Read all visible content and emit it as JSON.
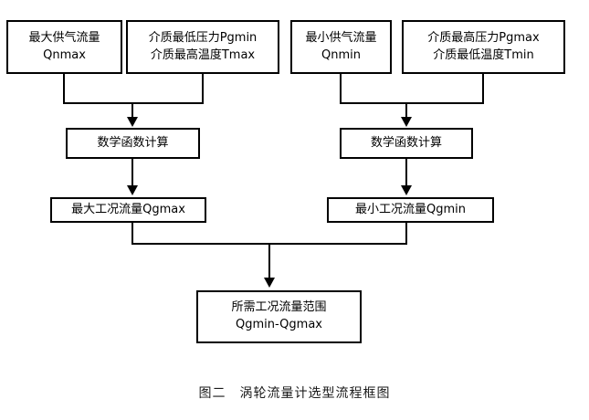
{
  "figure": {
    "caption": "图二　涡轮流量计选型流程框图",
    "colors": {
      "stroke": "#000000",
      "background": "#ffffff",
      "text": "#000000"
    }
  },
  "nodes": {
    "qnmax": {
      "line1": "最大供气流量",
      "line2": "Qnmax"
    },
    "pgmin": {
      "line1": "介质最低压力Pgmin",
      "line2": "介质最高温度Tmax"
    },
    "qnmin": {
      "line1": "最小供气流量",
      "line2": "Qnmin"
    },
    "pgmax": {
      "line1": "介质最高压力Pgmax",
      "line2": "介质最低温度Tmin"
    },
    "calc_left": {
      "line1": "数学函数计算"
    },
    "calc_right": {
      "line1": "数学函数计算"
    },
    "qgmax": {
      "line1": "最大工况流量Qgmax"
    },
    "qgmin": {
      "line1": "最小工况流量Qgmin"
    },
    "final": {
      "line1": "所需工况流量范围",
      "line2": "Qgmin-Qgmax"
    }
  }
}
